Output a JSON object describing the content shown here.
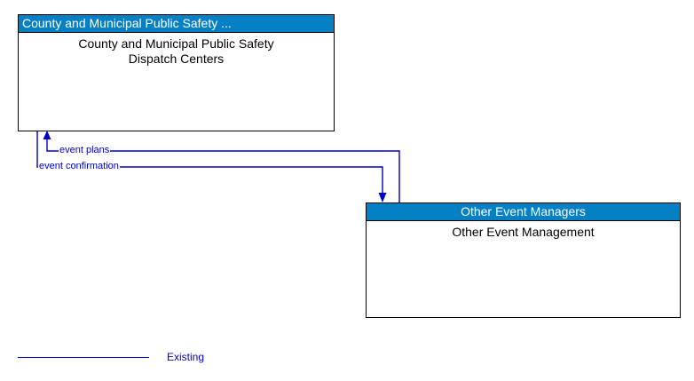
{
  "diagram": {
    "type": "context-flow-diagram",
    "background": "#ffffff",
    "colors": {
      "header_blue": "#0580c4",
      "flow_blue": "#0000cc",
      "box_border": "#000000",
      "header_text": "#ffffff",
      "body_text": "#000000"
    },
    "nodes": [
      {
        "id": "dispatch",
        "header": "County and Municipal Public Safety ...",
        "body": "County and Municipal Public Safety Dispatch Centers",
        "body_line1": "County and Municipal Public Safety",
        "body_line2": "Dispatch Centers",
        "header_align": "left"
      },
      {
        "id": "other",
        "header": "Other Event Managers",
        "body": "Other Event Management",
        "body_line1": "Other Event Management",
        "body_line2": "",
        "header_align": "center"
      }
    ],
    "flows": [
      {
        "id": "event-plans",
        "label": "event plans",
        "from": "other",
        "to": "dispatch",
        "status": "Existing"
      },
      {
        "id": "event-confirmation",
        "label": "event confirmation",
        "from": "dispatch",
        "to": "other",
        "status": "Existing"
      }
    ],
    "legend": {
      "items": [
        {
          "label": "Existing",
          "color": "#0000cc",
          "style": "solid-line"
        }
      ]
    }
  }
}
